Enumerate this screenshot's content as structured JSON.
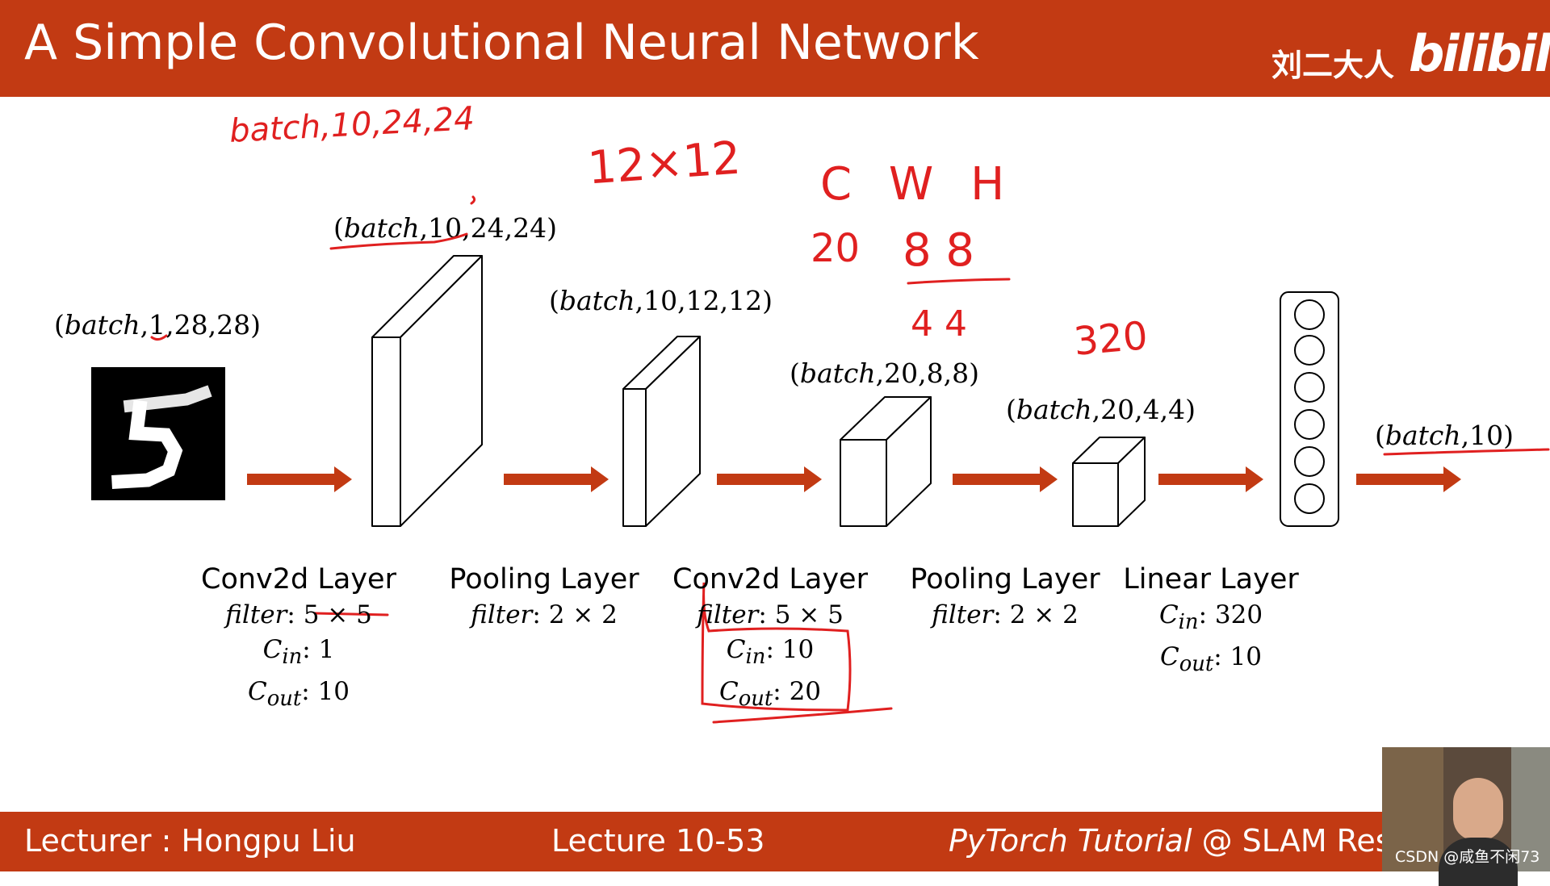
{
  "header": {
    "title": "A Simple Convolutional Neural Network",
    "brand_cn": "刘二大人",
    "brand_logo": "bilibili"
  },
  "footer": {
    "lecturer": "Lecturer : Hongpu Liu",
    "lecture": "Lecture 10-53",
    "tutorial": "PyTorch Tutorial",
    "org": " @ SLAM Resea"
  },
  "watermark": "CSDN @咸鱼不闲73",
  "shapes": {
    "input": {
      "prefix": "batch",
      "rest": ",1,28,28"
    },
    "conv1": {
      "prefix": "batch",
      "rest": ",10,24,24"
    },
    "pool1": {
      "prefix": "batch",
      "rest": ",10,12,12"
    },
    "conv2": {
      "prefix": "batch",
      "rest": ",20,8,8"
    },
    "pool2": {
      "prefix": "batch",
      "rest": ",20,4,4"
    },
    "output": {
      "prefix": "batch",
      "rest": ",10"
    }
  },
  "layers": {
    "conv1": {
      "name": "Conv2d Layer",
      "filter": "5 × 5",
      "cin": "1",
      "cout": "10"
    },
    "pool1": {
      "name": "Pooling Layer",
      "filter": "2 × 2"
    },
    "conv2": {
      "name": "Conv2d Layer",
      "filter": "5 × 5",
      "cin": "10",
      "cout": "20"
    },
    "pool2": {
      "name": "Pooling Layer",
      "filter": "2 × 2"
    },
    "linear": {
      "name": "Linear Layer",
      "cin": "320",
      "cout": "10"
    }
  },
  "math": {
    "filter_word": "filter",
    "sep": ": ",
    "c_letter": "C",
    "in_sub": "in",
    "out_sub": "out"
  },
  "annotations": {
    "batch_note": "batch,10,24,24",
    "size_note": "12×12",
    "cwh_note": "C W H",
    "c_val": "20",
    "wh_val": "8 8",
    "half_val": "4 4",
    "flat_val": "320"
  },
  "colors": {
    "bar": "#c23a13",
    "arrow": "#c23a13",
    "ink": "#e02020"
  }
}
